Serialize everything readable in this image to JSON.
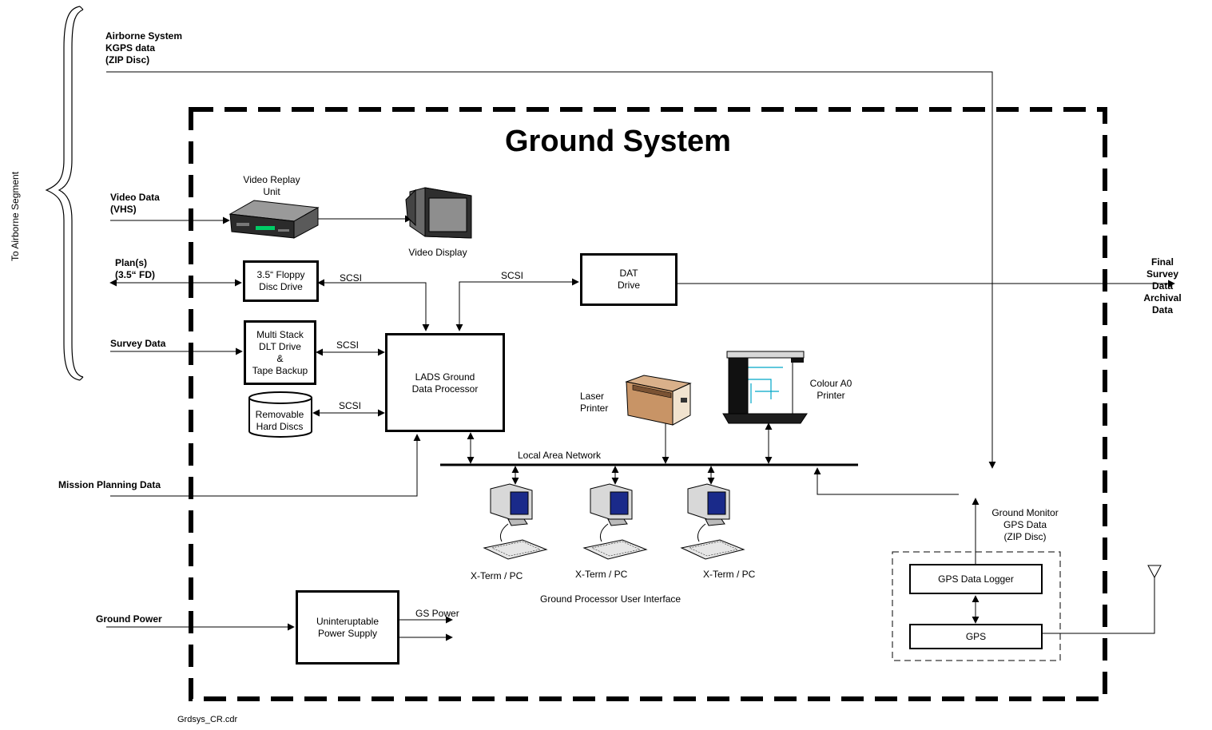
{
  "title": "Ground System",
  "side_label": "To Airborne Segment",
  "inputs": {
    "airborne": "Airborne System\nKGPS data\n(ZIP Disc)",
    "video": "Video Data\n(VHS)",
    "plans": "Plan(s)\n(3.5“ FD)",
    "survey": "Survey Data",
    "mission": "Mission Planning Data",
    "power": "Ground Power"
  },
  "output_archival": "Final Survey Data\nArchival Data",
  "components": {
    "vru": "Video Replay\nUnit",
    "video_display": "Video Display",
    "floppy": "3.5“ Floppy\nDisc Drive",
    "dlt": "Multi Stack\nDLT Drive\n&\nTape Backup",
    "hdd": "Removable\nHard Discs",
    "dat": "DAT\nDrive",
    "processor": "LADS Ground\nData Processor",
    "laser": "Laser\nPrinter",
    "colour": "Colour A0\nPrinter",
    "lan": "Local Area Network",
    "xterm": [
      "X-Term / PC",
      "X-Term / PC",
      "X-Term / PC"
    ],
    "gpui": "Ground Processor User Interface",
    "ups": "Uninteruptable\nPower Supply",
    "gs_power": "GS Power",
    "gps_logger": "GPS Data Logger",
    "gps": "GPS",
    "ground_monitor": "Ground Monitor\nGPS Data\n(ZIP Disc)"
  },
  "scsi": [
    "SCSI",
    "SCSI",
    "SCSI",
    "SCSI"
  ],
  "footer": "Grdsys_CR.cdr"
}
